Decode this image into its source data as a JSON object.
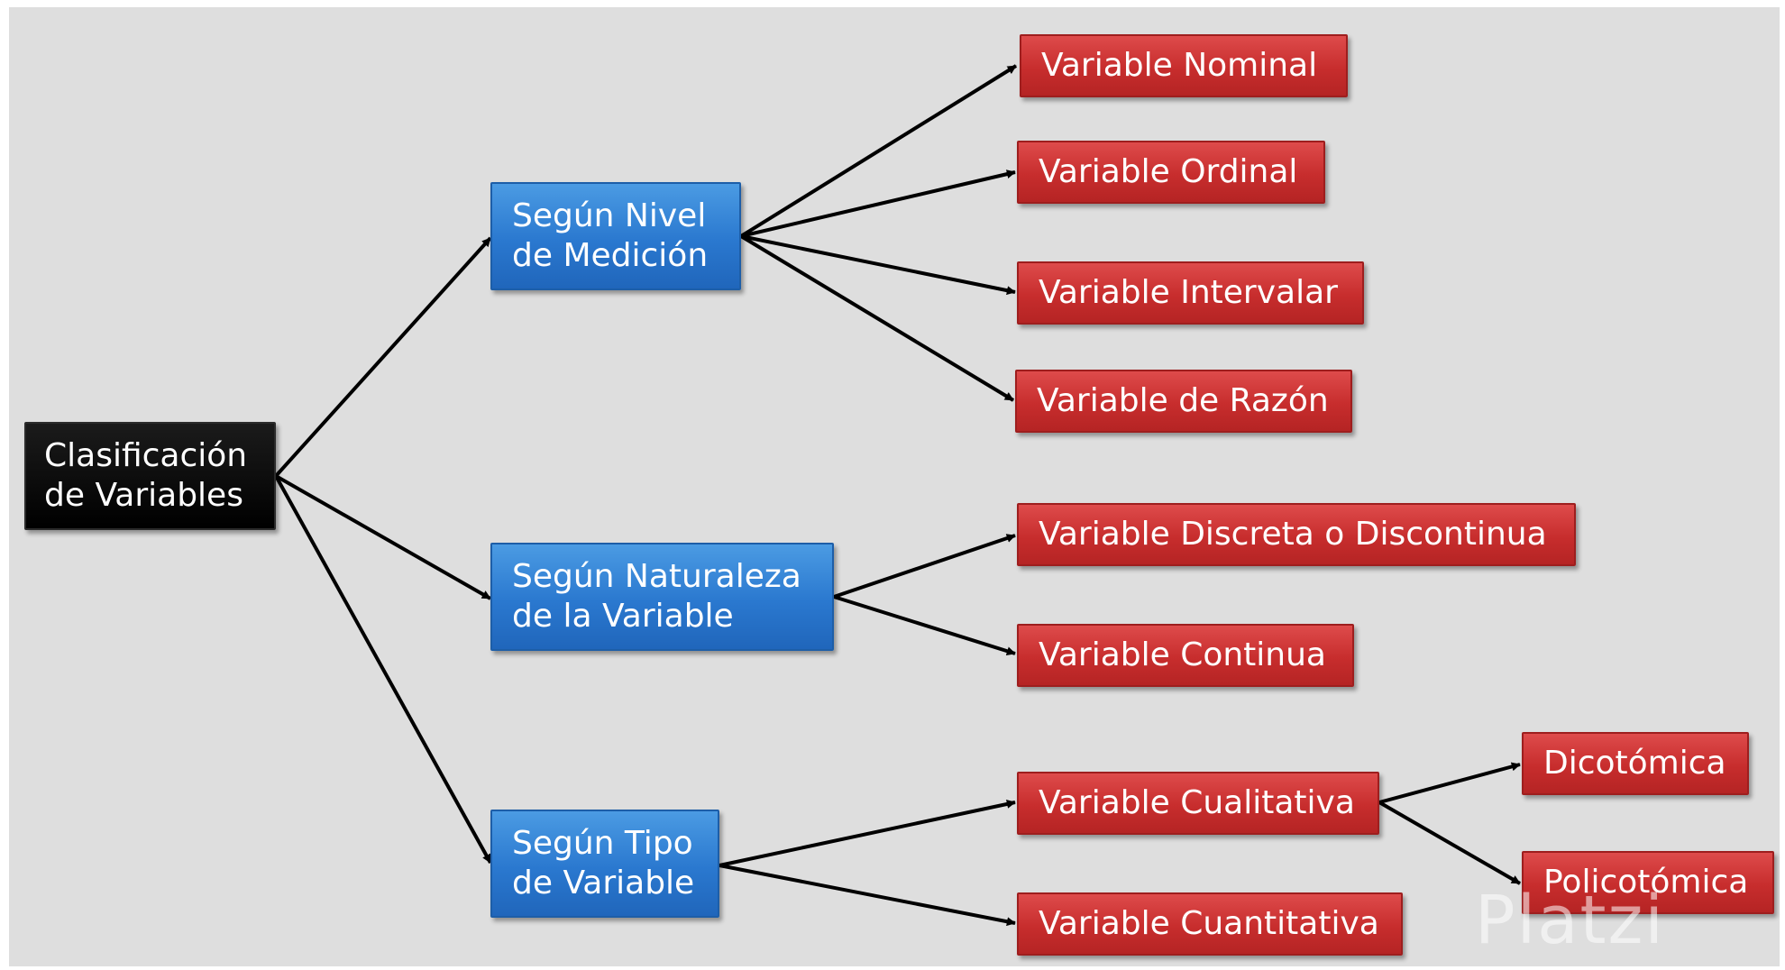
{
  "colors": {
    "background": "#dedede",
    "root": "#000000",
    "category": "#2f7fd4",
    "leaf": "#cc3333",
    "connector": "#000000"
  },
  "root": {
    "line1": "Clasificación",
    "line2": "de Variables"
  },
  "categories": [
    {
      "line1": "Según Nivel",
      "line2": "de Medición"
    },
    {
      "line1": "Según Naturaleza",
      "line2": "de la Variable"
    },
    {
      "line1": "Según Tipo",
      "line2": "de Variable"
    }
  ],
  "leaves": [
    "Variable Nominal",
    "Variable Ordinal",
    "Variable Intervalar",
    "Variable de Razón",
    "Variable Discreta o Discontinua",
    "Variable Continua",
    "Variable Cualitativa",
    "Variable Cuantitativa",
    "Dicotómica",
    "Policotómica"
  ],
  "watermark": "Platzi"
}
